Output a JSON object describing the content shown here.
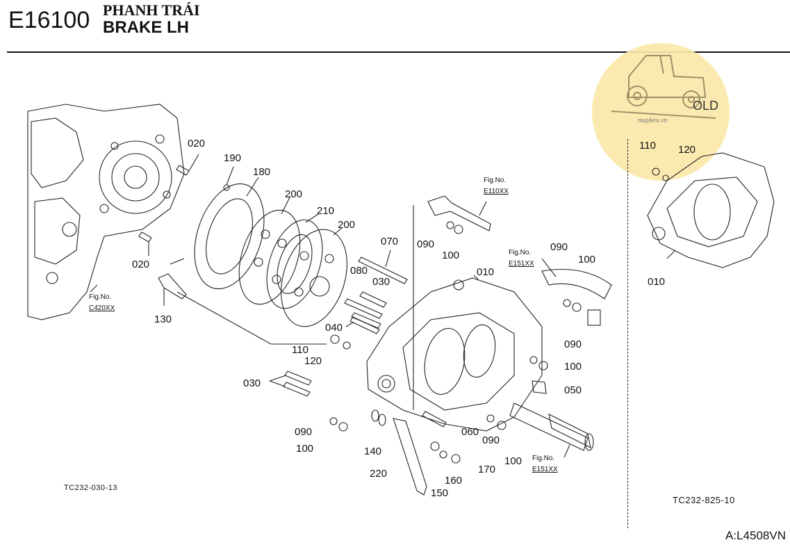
{
  "header": {
    "code": "E16100",
    "title_vn": "PHANH TRÁI",
    "title_en": "BRAKE LH"
  },
  "stamp": {
    "label": "OLD",
    "site": "maykeo.vn",
    "color": "#fbe8a8"
  },
  "callouts": {
    "c020a": "020",
    "c020b": "020",
    "c190": "190",
    "c180": "180",
    "c200a": "200",
    "c210": "210",
    "c200b": "200",
    "c070": "070",
    "c080": "080",
    "c030a": "030",
    "c090a": "090",
    "c100a": "100",
    "c010": "010",
    "c090b": "090",
    "c100b": "100",
    "c130": "130",
    "c040": "040",
    "c110": "110",
    "c120": "120",
    "c030b": "030",
    "c090c": "090",
    "c100c": "100",
    "c050": "050",
    "c060": "060",
    "c090d": "090",
    "c100d": "100",
    "c090e": "090",
    "c100e": "100",
    "c140": "140",
    "c170": "170",
    "c160": "160",
    "c220": "220",
    "c150": "150",
    "inset110": "110",
    "inset120": "120",
    "inset010": "010"
  },
  "fig_refs": {
    "label": "Fig.No.",
    "e110": "E110XX",
    "e151a": "E151XX",
    "c420": "C420XX",
    "e151b": "E151XX"
  },
  "codes": {
    "main": "TC232-030-13",
    "inset": "TC232-825-10",
    "model": "A:L4508VN"
  }
}
